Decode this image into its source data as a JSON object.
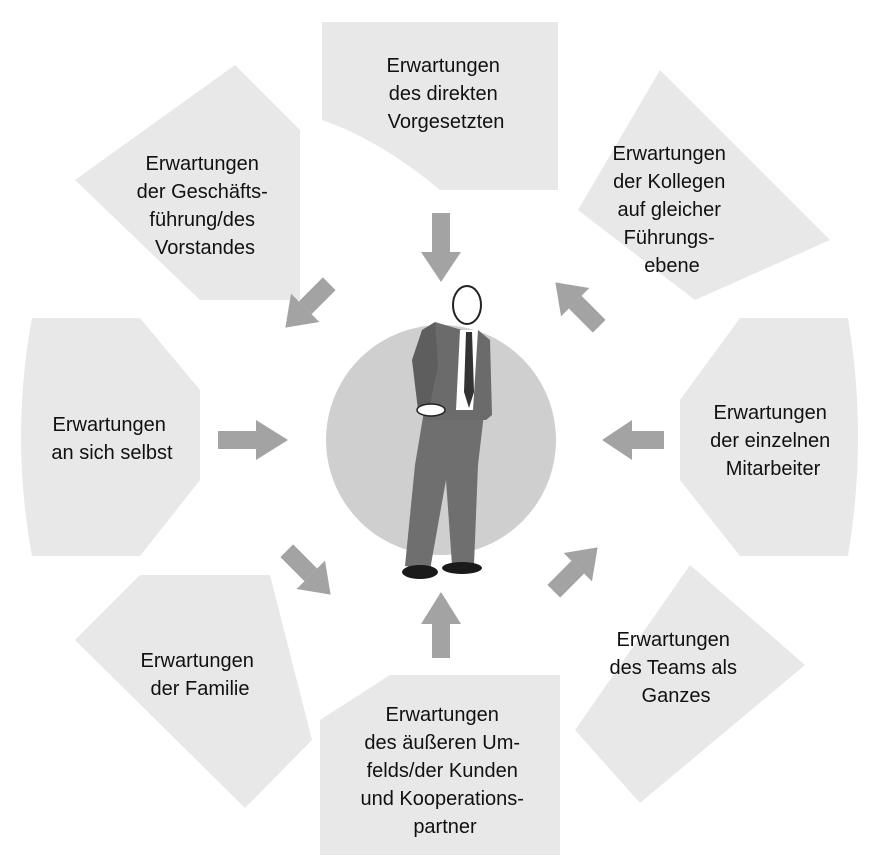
{
  "diagram": {
    "segments": [
      {
        "id": "top",
        "lines": [
          "Erwartungen",
          "des direkten",
          "Vorgesetzten"
        ]
      },
      {
        "id": "top-right",
        "lines": [
          "Erwartungen",
          "der Kollegen",
          "auf gleicher",
          "Führungs-",
          "ebene"
        ]
      },
      {
        "id": "right",
        "lines": [
          "Erwartungen",
          "der einzelnen",
          "Mitarbeiter"
        ]
      },
      {
        "id": "bottom-right",
        "lines": [
          "Erwartungen",
          "des Teams als",
          "Ganzes"
        ]
      },
      {
        "id": "bottom",
        "lines": [
          "Erwartungen",
          "des äußeren Um-",
          "felds/der Kunden",
          "und Kooperations-",
          "partner"
        ]
      },
      {
        "id": "bottom-left",
        "lines": [
          "Erwartungen",
          "der Familie"
        ]
      },
      {
        "id": "left",
        "lines": [
          "Erwartungen",
          "an sich selbst"
        ]
      },
      {
        "id": "top-left",
        "lines": [
          "Erwartungen",
          "der Geschäfts-",
          "führung/des",
          "Vorstandes"
        ]
      }
    ],
    "colors": {
      "segment": "#e8e8e8",
      "arrow": "#a3a3a3",
      "hub": "#cfcfcf",
      "figure": "#6f6f6f"
    },
    "center_icon": "businessman-figure"
  }
}
